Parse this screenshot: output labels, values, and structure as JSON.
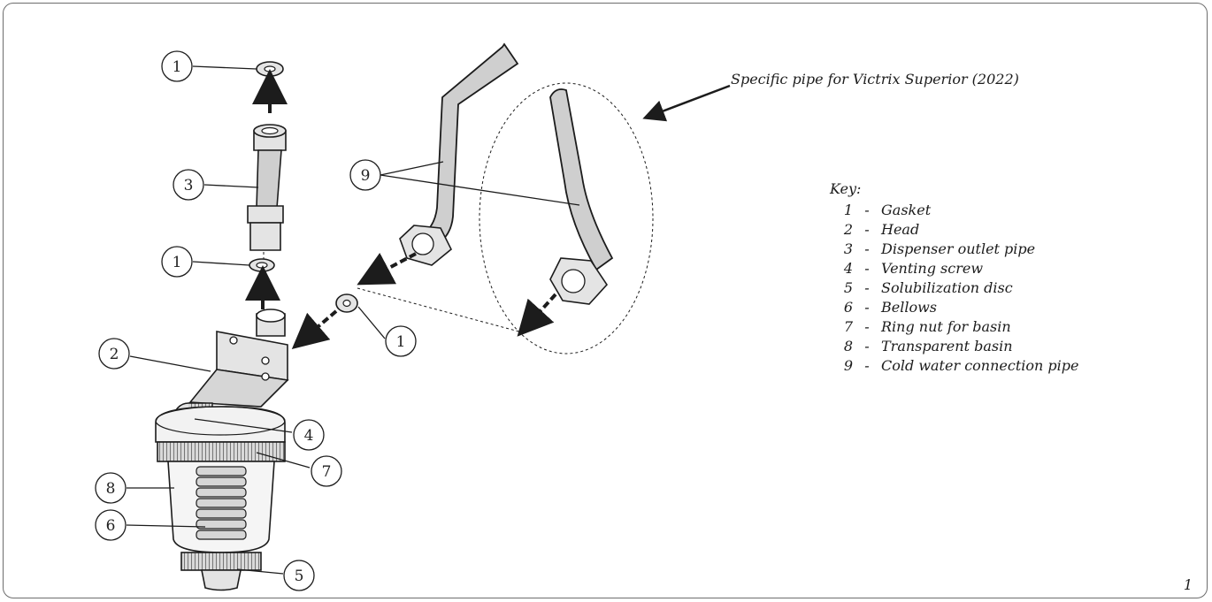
{
  "callouts": {
    "c1_top": "1",
    "c3": "3",
    "c1_mid": "1",
    "c9": "9",
    "c1_right": "1",
    "c2": "2",
    "c4": "4",
    "c7": "7",
    "c8": "8",
    "c6": "6",
    "c5": "5"
  },
  "specific_pipe_label": "Specific pipe for Victrix Superior (2022)",
  "key": {
    "title": "Key:",
    "items": [
      {
        "num": "1",
        "desc": "Gasket"
      },
      {
        "num": "2",
        "desc": "Head"
      },
      {
        "num": "3",
        "desc": "Dispenser outlet pipe"
      },
      {
        "num": "4",
        "desc": "Venting screw"
      },
      {
        "num": "5",
        "desc": "Solubilization disc"
      },
      {
        "num": "6",
        "desc": "Bellows"
      },
      {
        "num": "7",
        "desc": "Ring nut for basin"
      },
      {
        "num": "8",
        "desc": "Transparent basin"
      },
      {
        "num": "9",
        "desc": "Cold water connection pipe"
      }
    ],
    "dash": "-"
  },
  "figure_number": "1",
  "colors": {
    "line": "#1c1c1c",
    "frame": "#6d6d6d",
    "pipe_fill": "#cfcfcf",
    "metal_fill": "#e4e4e4"
  }
}
